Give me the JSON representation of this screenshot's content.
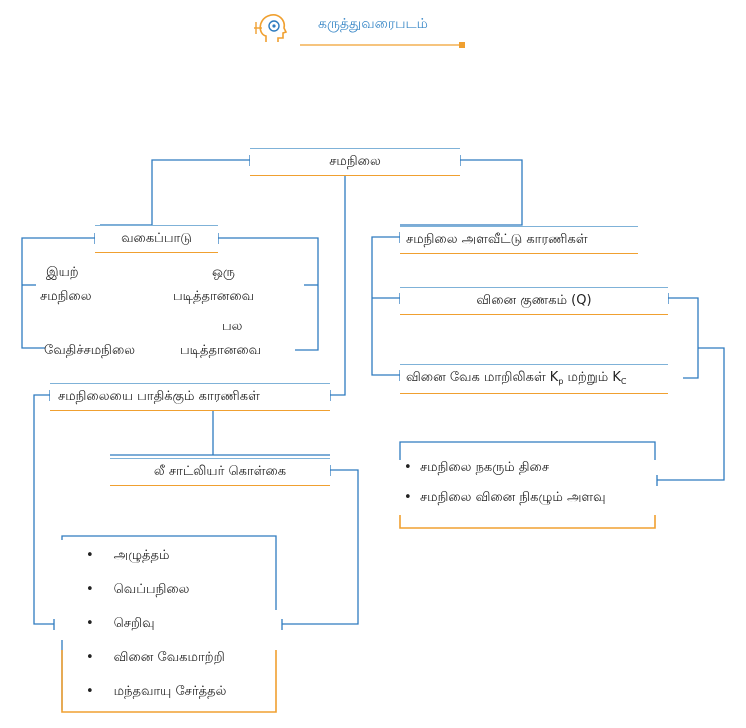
{
  "header": {
    "title": "கருத்துவரைபடம்",
    "icon": "head-gear-icon",
    "accent": "#f0a030",
    "line_color": "#2e7bbf"
  },
  "root": {
    "label": "சமநிலை"
  },
  "left_branch": {
    "type_label": "வகைப்பாடு",
    "types": {
      "natural": [
        "இயற்",
        "சமநிலை"
      ],
      "single": [
        "ஒரு",
        "படித்தானவை"
      ],
      "multi": [
        "பல",
        "படித்தானவை"
      ],
      "chemical": "வேதிச்சமநிலை"
    },
    "factors_label": "சமநிலையை பாதிக்கும் காரணிகள்",
    "principle_label": "லீ சாட்லியர் கொள்கை",
    "factors": [
      "அழுத்தம்",
      "வெப்பநிலை",
      "செறிவு",
      "வினை வேகமாற்றி",
      "மந்தவாயு சேர்த்தல்"
    ]
  },
  "right_branch": {
    "constants_label": "சமநிலை அளவீட்டு காரணிகள்",
    "quotient_label": "வினை குணகம் (Q)",
    "rate_label_main": "வினை வேக மாறிலிகள் K",
    "rate_sub_p": "p",
    "rate_mid": " மற்றும் K",
    "rate_sub_c": "C",
    "uses": [
      "சமநிலை நகரும் திசை",
      "சமநிலை வினை நிகழும் அளவு"
    ]
  },
  "bullet_glyph": "•"
}
